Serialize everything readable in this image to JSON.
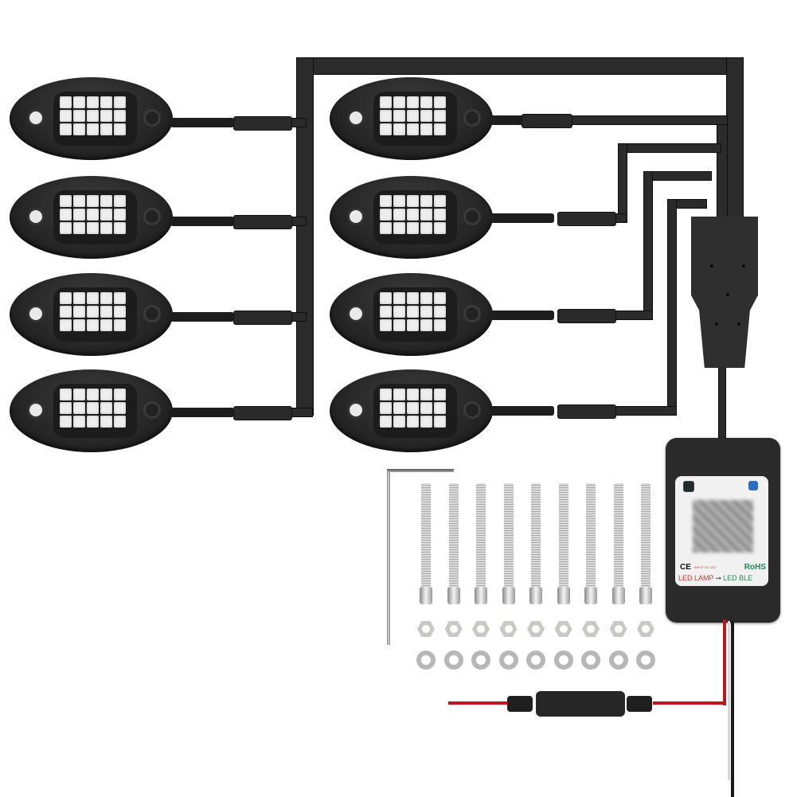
{
  "scene": {
    "description": "Product photo of an RGB LED rock light kit with Bluetooth controller",
    "background_color": "#ffffff"
  },
  "light_pods": {
    "count": 8,
    "columns": 2,
    "rows": 4,
    "led_grid": {
      "cols": 5,
      "rows": 3
    },
    "housing_color": "#262626",
    "led_color": "#eeeeee"
  },
  "junction_box": {
    "color": "#2f2f2f",
    "dot_count": 5
  },
  "controller": {
    "color": "#2a2a2a",
    "label": {
      "ce_mark": "CE",
      "input_text": "INPUT DC 12V",
      "rohs": "RoHS",
      "model_from": "LED LAMP",
      "arrow": "➞",
      "model_to": "LED BLE",
      "rohs_color": "#1e8a5a",
      "model_from_color": "#c23b2e",
      "model_to_color": "#2a8a52"
    },
    "app_icons": [
      {
        "name": "app-icon-left",
        "color": "#1f2b2b"
      },
      {
        "name": "app-icon-right",
        "color": "#2a6fc4"
      }
    ]
  },
  "hardware": {
    "hex_key_count": 1,
    "bolt_count": 9,
    "nut_count": 9,
    "washer_count": 9
  },
  "power_wires": {
    "positive_color": "#c0161b",
    "negative_color": "#1a1a1a",
    "inline_fuse": true
  }
}
